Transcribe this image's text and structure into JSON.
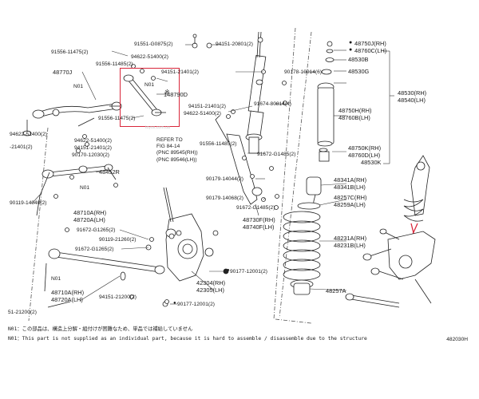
{
  "figure_number": "482030H",
  "watermark": "toyox.com.ua",
  "reference_note": {
    "line1": "REFER TO",
    "line2": "FIG 84-14",
    "line3": "(PNC 89545(RH))",
    "line4": "(PNC 89546(LH))"
  },
  "notes": {
    "japanese": "N01：この部品は、構造上分解・組付けが困難なため、単品では補給していません",
    "english": "N01：This part is not supplied as an individual part, because it  is hard to assemble / disassemble due to the structure"
  },
  "labels": {
    "p91551_g0875": "91551-G0875(2)",
    "p94151_20801": "94151-20801(2)",
    "p94622_51400_top": "94622-51400(2)",
    "p91556_11475": "91556-11475(2)",
    "p91556_11485a": "91556-11485(2)",
    "p48770j": "48770J",
    "n01_a": "N01",
    "p94151_21401_box": "94151-21401(2)",
    "n01_box": "N01",
    "p148790d": "148790D",
    "p91556_11475_b": "91556-11475(2)",
    "p94151_21401_mid": "94151-21401(2)",
    "p94622_51400_mid": "94622-51400(2)",
    "p94622_51400_left": "94622-51400(2)",
    "p21401_left": "-21401(2)",
    "p94622_51400_l2": "94622-51400(2)",
    "p94151_21401_l2": "94151-21401(2)",
    "p90170_12030": "90170-12030(2)",
    "p48452r": "48452R",
    "n01_b": "N01",
    "p90119_14040": "90119-14040(2)",
    "p48710a_rh": "48710A(RH)",
    "p48720a_lh": "48720A(LH)",
    "p91672_g1265_a": "91672-G1265(2)",
    "p90119_21260": "90119-21260(2)",
    "p91672_g1265_b": "91672-G1265(2)",
    "n01_c": "N01",
    "p48710a_rh_b": "48710A(RH)",
    "p48720a_lh_b": "48720A(LH)",
    "p51_21200": "51-21200(2)",
    "p94151_21200": "94151-21200(2)",
    "p90177_12001_a": "90177-12001(2)",
    "p90177_12001_b": "90177-12001(2)",
    "p42304_rh": "42304(RH)",
    "p42305_lh": "42305(LH)",
    "p90178_10014": "90178-10014(6)",
    "p91674_80814": "91674-80814(4)",
    "p91556_11485b": "91556-11485(2)",
    "p91672_g1485_a": "91672-G1485(2)",
    "p90179_14044": "90179-14044(2)",
    "p90179_14068": "90179-14068(2)",
    "p91672_g1485_b": "91672-G1485(2)",
    "p48730f_rh": "48730F(RH)",
    "p48740f_lh": "48740F(LH)",
    "p48750j_rh": "48750J(RH)",
    "p48760c_lh": "48760C(LH)",
    "p48530b": "48530B",
    "p48530g": "48530G",
    "p48530_rh": "48530(RH)",
    "p48540_lh": "48540(LH)",
    "p48750h_rh": "48750H(RH)",
    "p48760b_lh": "48760B(LH)",
    "p48750k_rh": "48750K(RH)",
    "p48760d_lh": "48760D(LH)",
    "p48530k": "48530K",
    "p48341a_rh": "48341A(RH)",
    "p48341b_lh": "48341B(LH)",
    "p48257c_rh": "48257C(RH)",
    "p48259a_lh": "48259A(LH)",
    "p48231a_rh": "48231A(RH)",
    "p48231b_lh": "48231B(LH)",
    "p48257a": "48257A"
  }
}
